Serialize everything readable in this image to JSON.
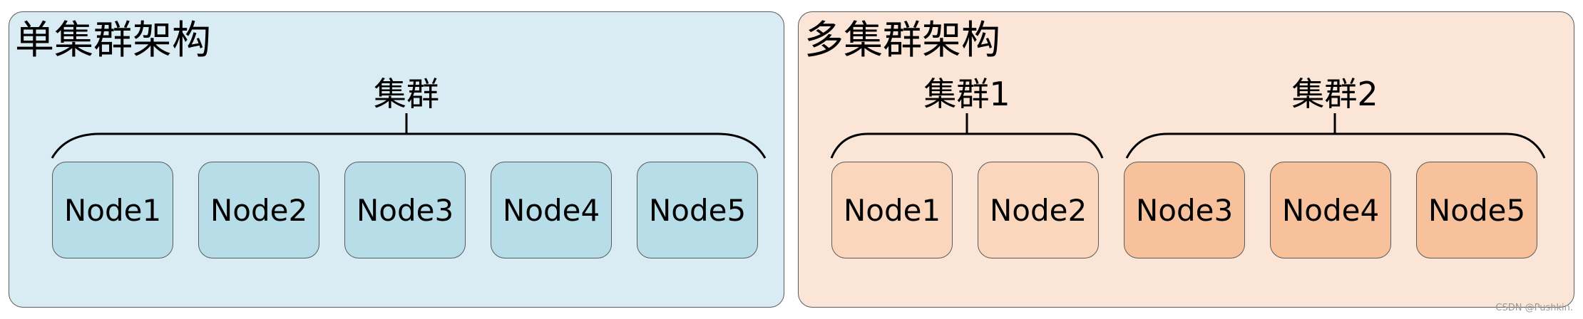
{
  "single_cluster": {
    "title": "单集群架构",
    "cluster_label": "集群",
    "nodes": [
      "Node1",
      "Node2",
      "Node3",
      "Node4",
      "Node5"
    ],
    "node_color": "#b7dde8",
    "panel_color": "#d9ecf3"
  },
  "multi_cluster": {
    "title": "多集群架构",
    "cluster1_label": "集群1",
    "cluster2_label": "集群2",
    "nodes": [
      "Node1",
      "Node2",
      "Node3",
      "Node4",
      "Node5"
    ],
    "cluster1_node_color": "#fad6bd",
    "cluster2_node_color": "#f7c29b",
    "panel_color": "#fbe5d6"
  },
  "watermark": "CSDN @Pushkin."
}
